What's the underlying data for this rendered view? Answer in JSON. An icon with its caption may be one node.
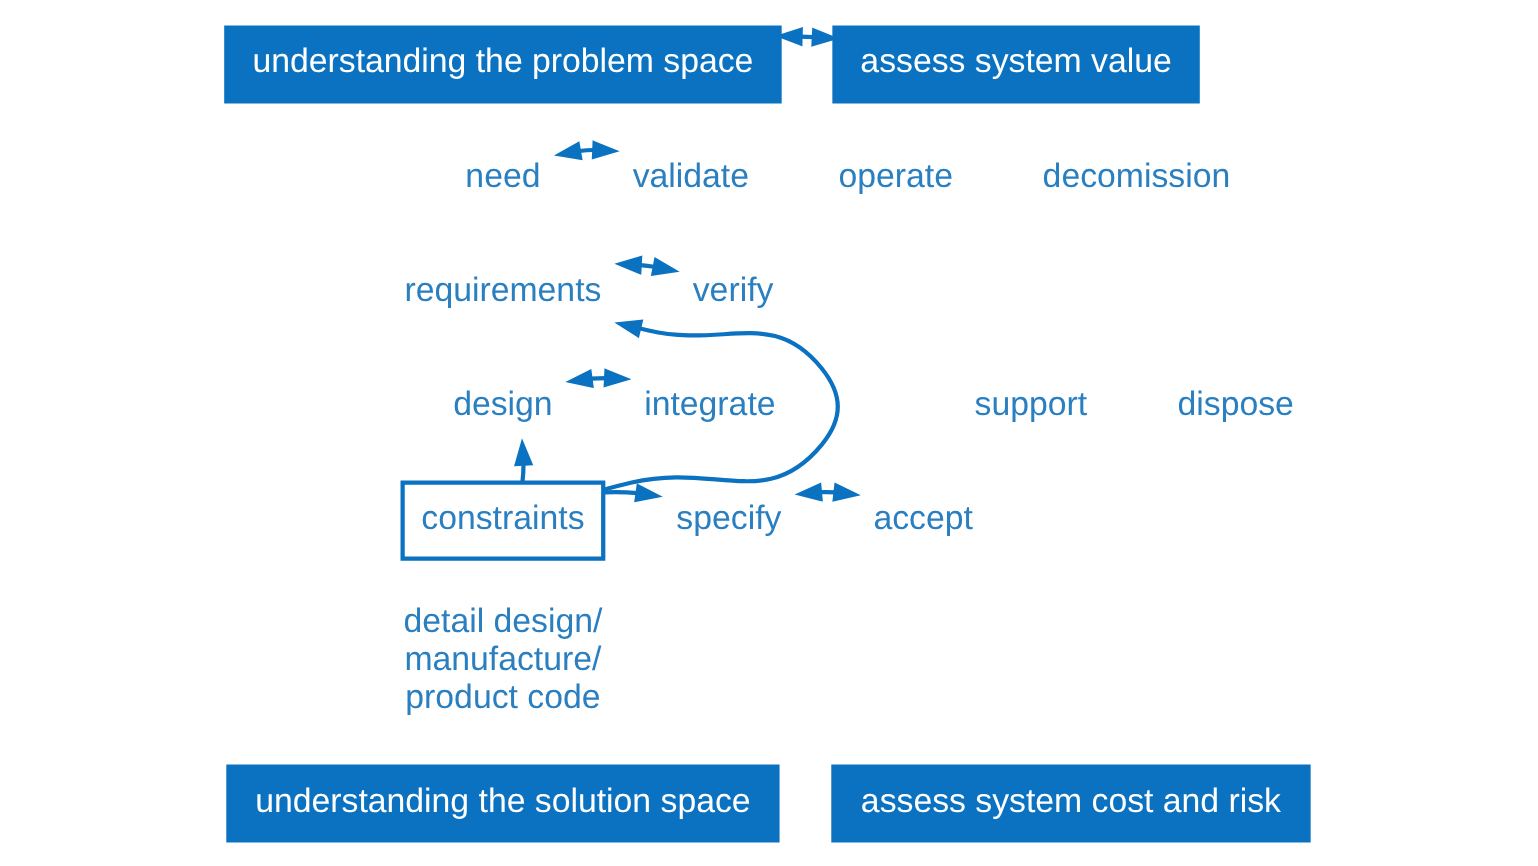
{
  "diagram": {
    "nodes": [
      {
        "text": [
          "understanding the problem space"
        ]
      },
      {
        "text": [
          "assess system value"
        ]
      },
      {
        "text": [
          "need"
        ]
      },
      {
        "text": [
          "validate"
        ]
      },
      {
        "text": [
          "operate"
        ]
      },
      {
        "text": [
          "decomission"
        ]
      },
      {
        "text": [
          "requirements"
        ]
      },
      {
        "text": [
          "verify"
        ]
      },
      {
        "text": [
          "design"
        ]
      },
      {
        "text": [
          "integrate"
        ]
      },
      {
        "text": [
          "support"
        ]
      },
      {
        "text": [
          "dispose"
        ]
      },
      {
        "text": [
          "constraints"
        ]
      },
      {
        "text": [
          "specify"
        ]
      },
      {
        "text": [
          "accept"
        ]
      },
      {
        "text": [
          "detail design/ manufacture/ product code"
        ]
      },
      {
        "text": [
          "understanding the solution space"
        ]
      },
      {
        "text": [
          "assess system cost and risk"
        ]
      }
    ],
    "edges": [
      {
        "from": 0,
        "to": 1,
        "arrow": "both"
      },
      {
        "from": 2,
        "to": 3,
        "arrow": "both"
      },
      {
        "from": 6,
        "to": 7,
        "arrow": "both"
      },
      {
        "from": 8,
        "to": 9,
        "arrow": "both"
      },
      {
        "from": 13,
        "to": 14,
        "arrow": "both"
      },
      {
        "from": 12,
        "to": 6,
        "arrow": "to"
      },
      {
        "from": 12,
        "to": 8,
        "arrow": "to"
      },
      {
        "from": 12,
        "to": 13,
        "arrow": "to"
      }
    ]
  }
}
